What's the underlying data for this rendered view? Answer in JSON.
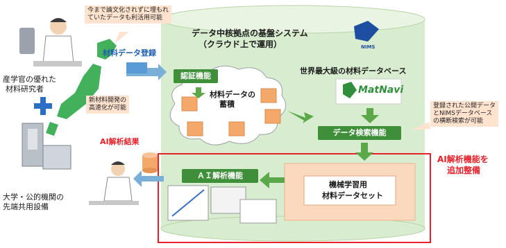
{
  "system": {
    "title_line1": "データ中核拠点の基盤システム",
    "title_line2": "（クラウド上で運用）",
    "nims_label": "NIMS"
  },
  "left": {
    "researcher_line1": "産学官の優れた",
    "researcher_line2": "材料研究者",
    "facility_line1": "大学・公的機関の",
    "facility_line2": "先端共用設備",
    "plus": "+"
  },
  "callouts": {
    "top_note_line1": "今まで論文化されずに埋もれ",
    "top_note_line2": "ていたデータも利活用可能",
    "speed_note_line1": "新材料開発の",
    "speed_note_line2": "高速化が可能",
    "search_note_line1": "登録された公開データ",
    "search_note_line2": "とNIMSデータベース",
    "search_note_line3": "の横断検索が可能"
  },
  "labels": {
    "registration": "材料データ登録",
    "ai_result": "AI解析結果",
    "auth": "認証機能",
    "storage_line1": "材料データの",
    "storage_line2": "蓄積",
    "worlds_largest": "世界最大級の材料データベース",
    "matnavi": "MatNavi",
    "search_function": "データ検索機能",
    "ai_function": "ＡＩ解析機能",
    "dataset_line1": "機械学習用",
    "dataset_line2": "材料データセット",
    "ai_enhance_line1": "AI解析機能を",
    "ai_enhance_line2": "追加整備"
  },
  "colors": {
    "cylinder": "#d8eccf",
    "green": "#3f8f3a",
    "red": "#e8202a",
    "orange_doc": "#f4a86a",
    "arrow_green": "#5aa84a",
    "arrow_blue": "#7ab0d8",
    "japan_green": "#2fa84a",
    "note_bg": "#ffe3cf"
  }
}
